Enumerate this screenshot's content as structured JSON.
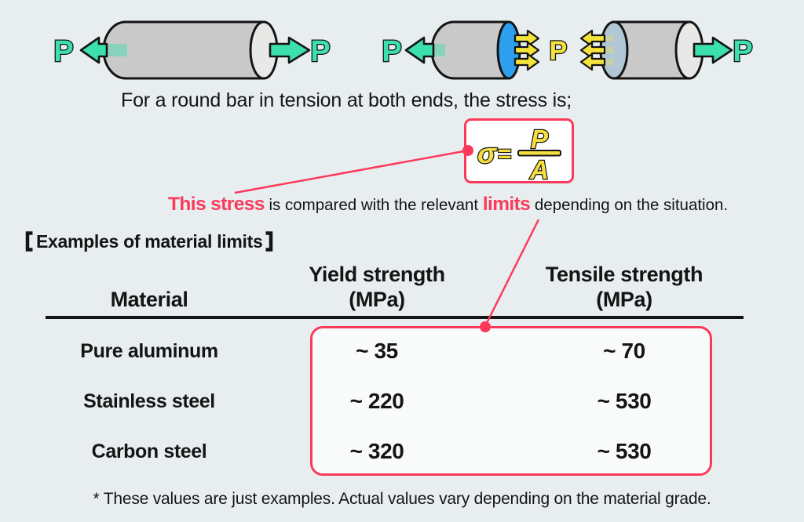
{
  "colors": {
    "background": "#e8eef0",
    "accent_red": "#fb3a5a",
    "load_teal": "#3ce0ac",
    "internal_yellow": "#f5e33c",
    "formula_yellow": "#f5df3e",
    "bar_gray": "#c9c9c9",
    "bar_end_gray": "#e8e8e6",
    "cut_face_blue": "#2d9fee",
    "cut_face_pale_blue": "#b2c7d5",
    "text_black": "#141414"
  },
  "diagrams": {
    "solid_bar": {
      "left_load_label": "P",
      "right_load_label": "P"
    },
    "sectioned_bar": {
      "left_load_label": "P",
      "internal_force_label": "P",
      "right_load_label": "P"
    }
  },
  "intro": {
    "text": "For a round bar in tension at both ends, the stress is;"
  },
  "formula": {
    "sigma": "σ",
    "equals": "=",
    "numerator": "P",
    "denominator": "A"
  },
  "explanation": {
    "lead": "This stress",
    "middle": " is compared with the relevant ",
    "keyword": "limits",
    "tail": " depending on the situation."
  },
  "examples": {
    "bracket_open": "【",
    "heading": "Examples of material limits",
    "bracket_close": "】"
  },
  "table": {
    "headers": {
      "material": "Material",
      "yield_line1": "Yield strength",
      "yield_line2": "(MPa)",
      "tensile_line1": "Tensile strength",
      "tensile_line2": "(MPa)"
    },
    "rows": [
      {
        "material": "Pure aluminum",
        "yield": "~ 35",
        "tensile": "~ 70"
      },
      {
        "material": "Stainless steel",
        "yield": "~ 220",
        "tensile": "~ 530"
      },
      {
        "material": "Carbon steel",
        "yield": "~ 320",
        "tensile": "~ 530"
      }
    ]
  },
  "footnote": "* These values are just examples. Actual values vary depending on the material grade."
}
